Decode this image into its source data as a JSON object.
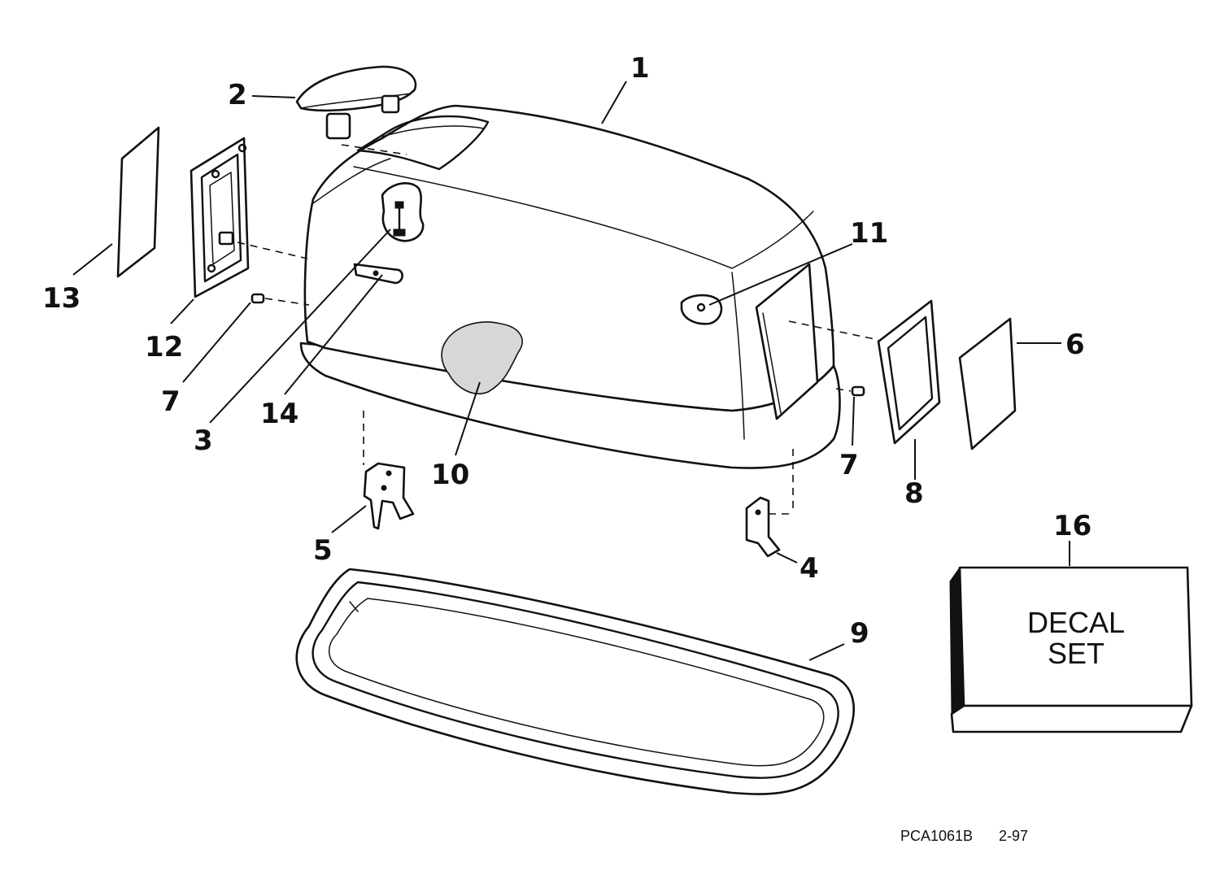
{
  "diagram": {
    "callouts": {
      "c1": "1",
      "c2": "2",
      "c3": "3",
      "c4": "4",
      "c5": "5",
      "c6": "6",
      "c7a": "7",
      "c7b": "7",
      "c8": "8",
      "c9": "9",
      "c10": "10",
      "c11": "11",
      "c12": "12",
      "c13": "13",
      "c14": "14",
      "c16": "16"
    },
    "decal_box": {
      "line1": "DECAL",
      "line2": "SET"
    },
    "drawing_code": {
      "id": "PCA1061B",
      "date": "2-97"
    }
  }
}
